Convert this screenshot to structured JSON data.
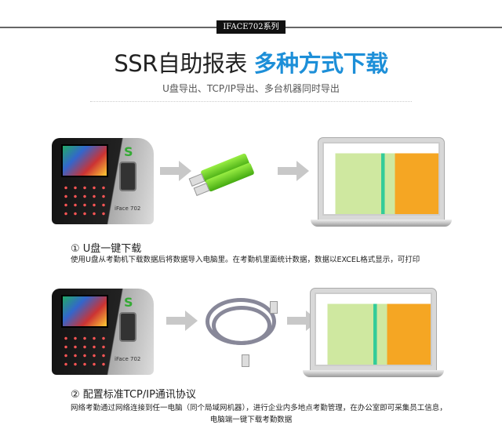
{
  "header": {
    "series_label": "IFACE702系列",
    "title_main": "SSR自助报表",
    "title_accent": "多种方式下载",
    "subtitle": "U盘导出、TCP/IP导出、多台机器同时导出",
    "accent_color": "#1d8fd8"
  },
  "device": {
    "brand": "iFace 702"
  },
  "sections": [
    {
      "heading": "① U盘一键下载",
      "description": "使用U盘从考勤机下载数据后将数据导入电脑里。在考勤机里面统计数据，数据以EXCEL格式显示，可打印"
    },
    {
      "heading": "② 配置标准TCP/IP通讯协议",
      "description_line1": "网络考勤通过网络连接到任一电脑（同个局域网机器），进行企业内多地点考勤管理，在办公室即可采集员工信息，",
      "description_line2": "电脑端一键下载考勤数据"
    }
  ]
}
